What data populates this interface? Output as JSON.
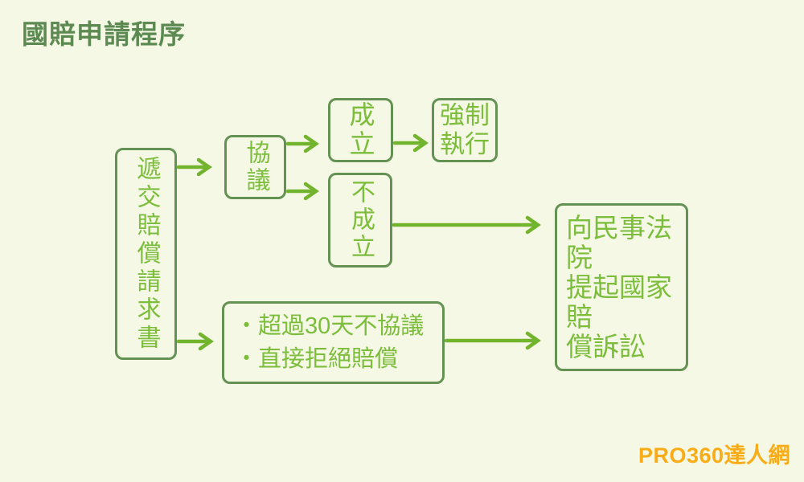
{
  "page": {
    "title": "國賠申請程序",
    "watermark": "PRO360達人網"
  },
  "colors": {
    "background": "#f4f8e4",
    "box_border": "#639253",
    "box_text": "#7cbd3b",
    "arrow": "#72b42e",
    "title": "#5c8a52",
    "watermark": "#f9ac18"
  },
  "flowchart": {
    "nodes": {
      "submit_claim": {
        "label": "遞交賠償請求書",
        "orientation": "vertical"
      },
      "negotiation": {
        "label": "協議",
        "orientation": "vertical"
      },
      "established": {
        "label": "成立",
        "orientation": "vertical"
      },
      "enforcement": {
        "label": "強制執行",
        "orientation": "horizontal",
        "lines": [
          "強制",
          "執行"
        ]
      },
      "not_established": {
        "label": "不成立",
        "orientation": "vertical"
      },
      "conditions": {
        "label": "・超過30天不協議 ・直接拒絕賠償",
        "orientation": "horizontal",
        "lines": [
          "・超過30天不協議",
          "・直接拒絕賠償"
        ]
      },
      "lawsuit": {
        "label": "向民事法院提起國家賠償訴訟",
        "orientation": "horizontal",
        "lines": [
          "向民事法院",
          "提起國家賠",
          "償訴訟"
        ]
      }
    },
    "edges": [
      {
        "from": "submit_claim",
        "to": "negotiation"
      },
      {
        "from": "submit_claim",
        "to": "conditions"
      },
      {
        "from": "negotiation",
        "to": "established"
      },
      {
        "from": "negotiation",
        "to": "not_established"
      },
      {
        "from": "established",
        "to": "enforcement"
      },
      {
        "from": "not_established",
        "to": "lawsuit"
      },
      {
        "from": "conditions",
        "to": "lawsuit"
      }
    ]
  }
}
